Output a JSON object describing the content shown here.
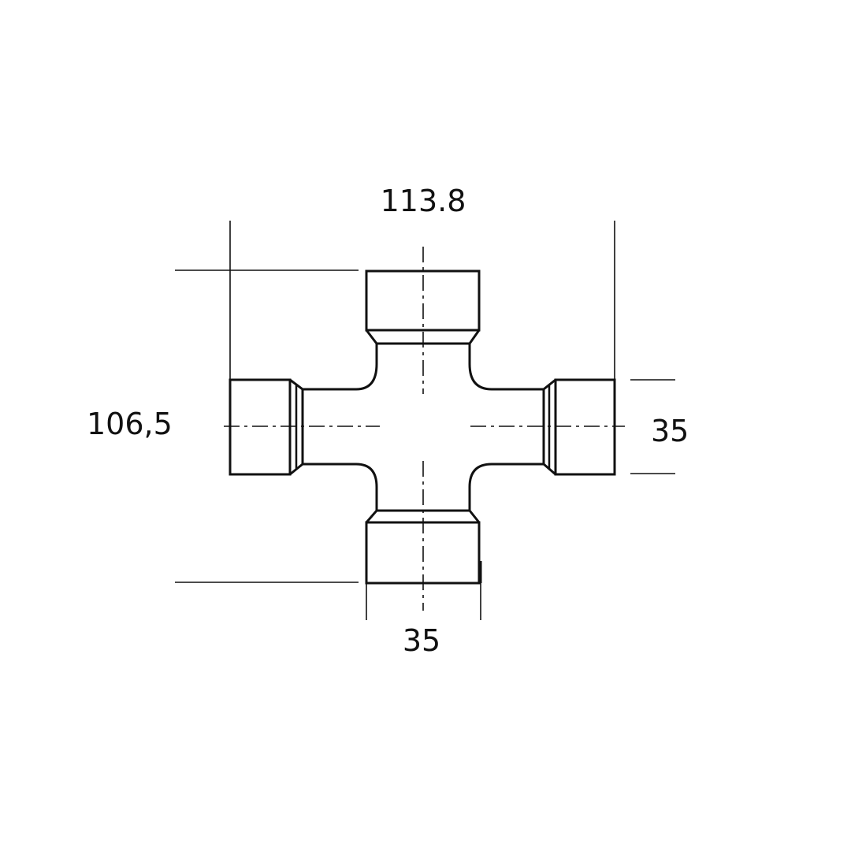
{
  "drawing": {
    "dimensions": {
      "overall_width": "113.8",
      "overall_height": "106,5",
      "cap_width_bottom": "35",
      "cap_height_right": "35"
    }
  }
}
